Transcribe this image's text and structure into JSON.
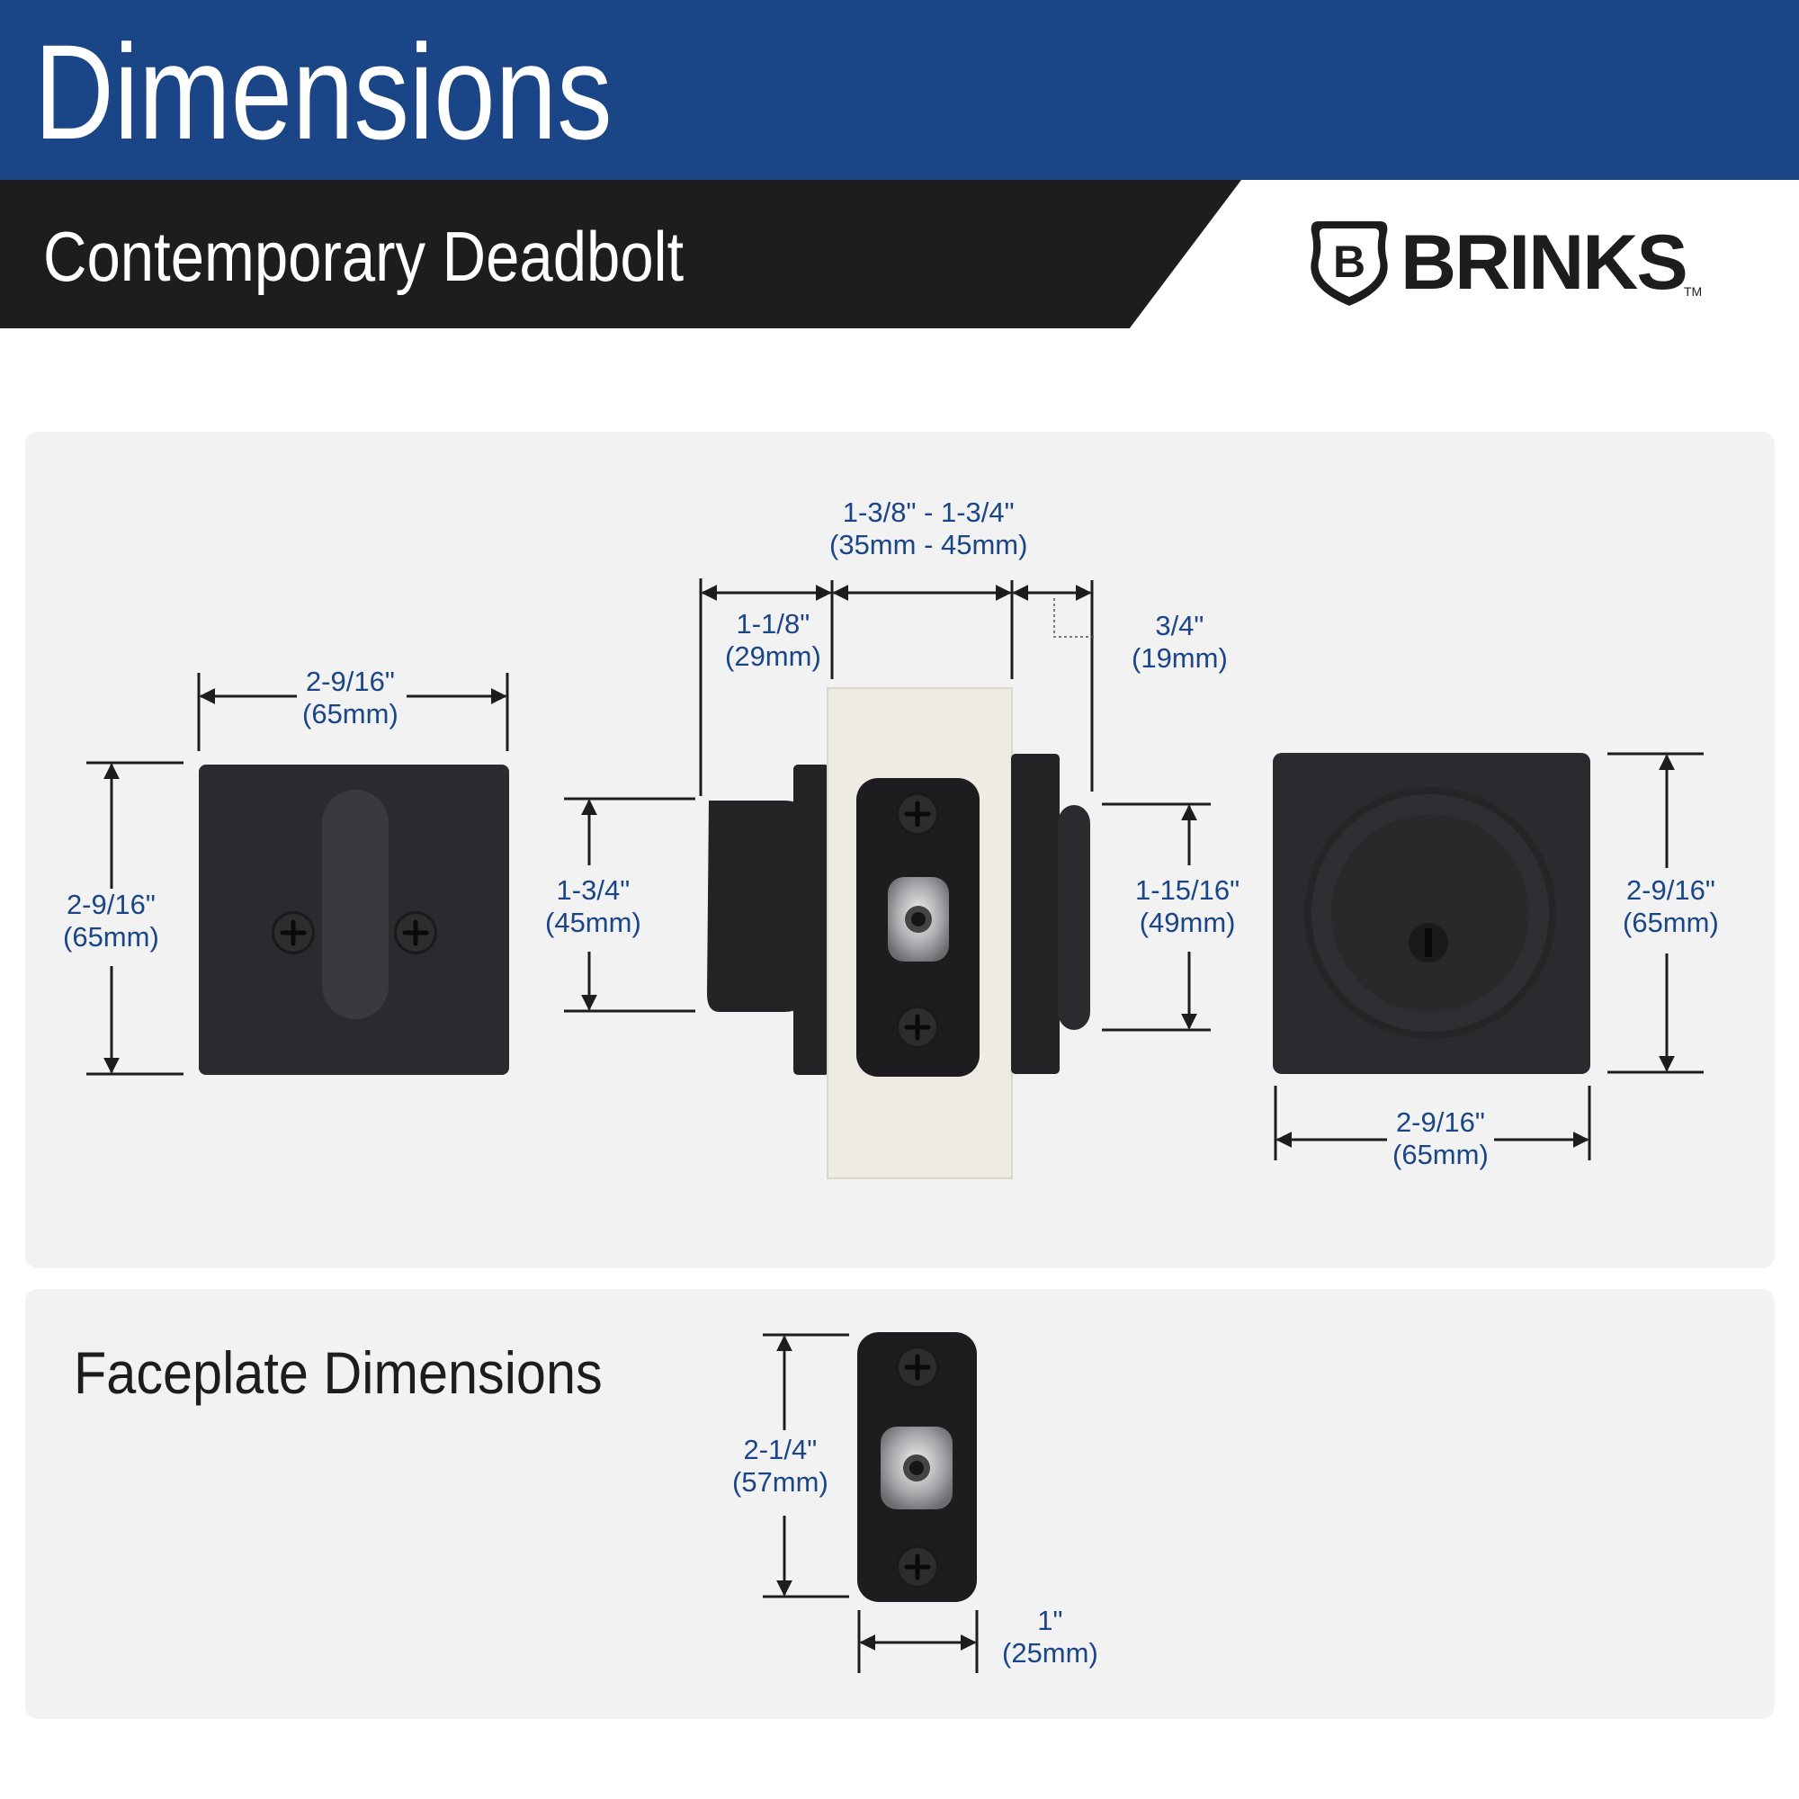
{
  "header": {
    "title": "Dimensions",
    "subtitle": "Contemporary Deadbolt"
  },
  "logo": {
    "text": "BRINKS",
    "tm": "TM"
  },
  "colors": {
    "banner": "#1a4586",
    "dark": "#1d1d1d",
    "panel": "#f2f2f2",
    "dimension_text": "#1a4586",
    "hardware": "#2b2b2f"
  },
  "dimensions": {
    "interior_width": {
      "imperial": "2-9/16\"",
      "metric": "(65mm)"
    },
    "interior_height": {
      "imperial": "2-9/16\"",
      "metric": "(65mm)"
    },
    "thumbturn_projection": {
      "imperial": "1-1/8\"",
      "metric": "(29mm)"
    },
    "door_thickness": {
      "imperial": "1-3/8\" - 1-3/4\"",
      "metric": "(35mm - 45mm)"
    },
    "exterior_projection": {
      "imperial": "3/4\"",
      "metric": "(19mm)"
    },
    "thumbturn_height": {
      "imperial": "1-3/4\"",
      "metric": "(45mm)"
    },
    "cylinder_height": {
      "imperial": "1-15/16\"",
      "metric": "(49mm)"
    },
    "exterior_height": {
      "imperial": "2-9/16\"",
      "metric": "(65mm)"
    },
    "exterior_width": {
      "imperial": "2-9/16\"",
      "metric": "(65mm)"
    }
  },
  "faceplate": {
    "label": "Faceplate Dimensions",
    "height": {
      "imperial": "2-1/4\"",
      "metric": "(57mm)"
    },
    "width": {
      "imperial": "1\"",
      "metric": "(25mm)"
    }
  },
  "icons": [
    "shield-b-logo-icon",
    "screw-icon",
    "keyhole-icon"
  ]
}
